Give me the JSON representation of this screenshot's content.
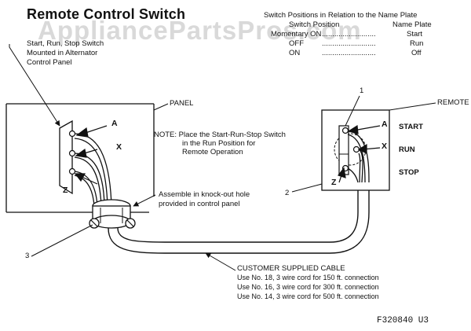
{
  "title": "Remote Control Switch",
  "watermark": "AppliancePartsPros.com",
  "switch_table": {
    "header_line1": "Switch Positions in Relation to the Name Plate",
    "header_line2_left": "Switch Position",
    "header_line2_right": "Name Plate",
    "rows": [
      {
        "position": "Momentary ON",
        "dots": "..........................",
        "plate": "Start"
      },
      {
        "position": "OFF",
        "dots": "..........................",
        "plate": "Run"
      },
      {
        "position": "ON",
        "dots": "..........................",
        "plate": "Off"
      }
    ]
  },
  "switch_note": {
    "line1": "Start, Run, Stop Switch",
    "line2": "Mounted in Alternator",
    "line3": "Control Panel"
  },
  "labels": {
    "panel": "PANEL",
    "remote": "REMOTE",
    "a_left": "A",
    "x_left": "X",
    "z_left": "Z",
    "a_right": "A",
    "x_right": "X",
    "z_right": "Z",
    "start": "START",
    "run": "RUN",
    "stop": "STOP",
    "num_1": "1",
    "num_2": "2",
    "num_3": "3"
  },
  "note": {
    "line1": "NOTE: Place the Start-Run-Stop Switch",
    "line2": "in the Run Position for",
    "line3": "Remote Operation"
  },
  "assemble": {
    "line1": "Assemble in knock-out hole",
    "line2": "provided in control panel"
  },
  "cable": {
    "heading": "CUSTOMER SUPPLIED CABLE",
    "line1": "Use No. 18, 3 wire cord for 150 ft. connection",
    "line2": "Use No. 16, 3 wire cord for 300 ft. connection",
    "line3": "Use No. 14, 3 wire cord for 500 ft. connection"
  },
  "figure_code": "F320840  U3"
}
